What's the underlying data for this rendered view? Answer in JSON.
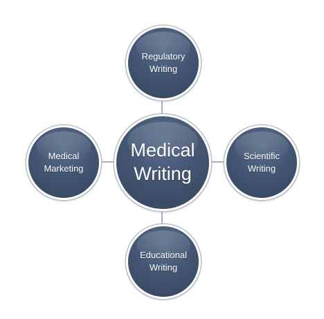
{
  "diagram": {
    "center": {
      "label": "Medical\nWriting"
    },
    "nodes": {
      "top": {
        "label": "Regulatory\nWriting"
      },
      "left": {
        "label": "Medical\nMarketing"
      },
      "right": {
        "label": "Scientific\nWriting"
      },
      "bottom": {
        "label": "Educational\nWriting"
      }
    },
    "colors": {
      "node_fill": "#445673",
      "node_border": "#ffffff",
      "connector": "#a9b3bf",
      "text": "#ffffff"
    }
  }
}
